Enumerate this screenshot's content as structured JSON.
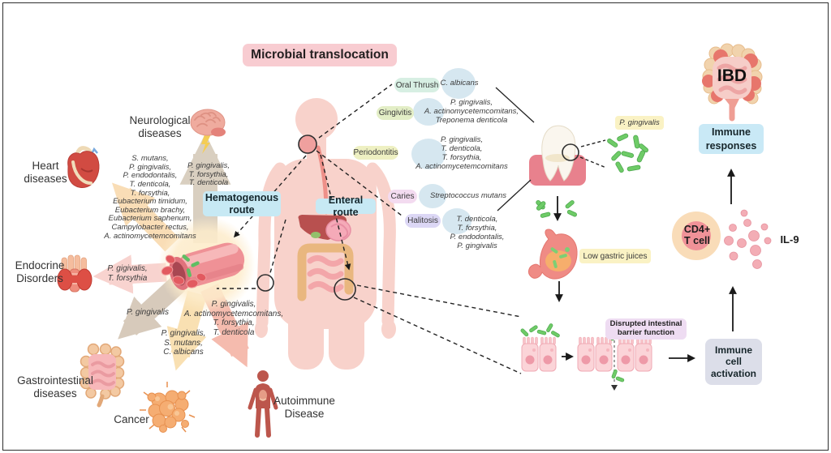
{
  "title": "Microbial translocation",
  "routes": {
    "hematogenous": "Hematogenous\nroute",
    "enteral": "Enteral route"
  },
  "diseases": {
    "neurological": {
      "label": "Neurological\ndiseases",
      "species": "P. gingivalis,\nT. forsythia,\nT. denticola"
    },
    "heart": {
      "label": "Heart\ndiseases",
      "species": "S. mutans,\nP. gingivalis,\nP. endodontalis,\nT. denticola,\nT. forsythia,\nEubacterium timidum,\nEubacterium brachy,\nEubacterium saphenum,\nCampylobacter rectus,\nA. actinomycetemcomitans"
    },
    "endocrine": {
      "label": "Endocrine\nDisorders",
      "species": "P. gigivalis,\nT. forsythia"
    },
    "gastrointestinal": {
      "label": "Gastrointestinal\ndiseases",
      "species": "P. gingivalis"
    },
    "cancer": {
      "label": "Cancer",
      "species": "P. gingivalis,\nS. mutans,\nC. albicans"
    },
    "autoimmune": {
      "label": "Autoimmune\nDisease",
      "species": "P. gingivalis,\nA. actinomycetemcomitans,\nT. forsythia,\nT. denticola"
    }
  },
  "oral_conditions": [
    {
      "name": "Oral Thrush",
      "species": "C. albicans",
      "pill_color": "#d7efe3"
    },
    {
      "name": "Gingivitis",
      "species": "P. gingivalis,\nA. actinomycetemcomitans,\nTreponema denticola",
      "pill_color": "#e3eec6"
    },
    {
      "name": "Periodontitis",
      "species": "P. gingivalis,\nT. denticola,\nT. forsythia,\nA. actinomycetemcomitans",
      "pill_color": "#eef0c2"
    },
    {
      "name": "Caries",
      "species": "Streptococcus mutans",
      "pill_color": "#f3dbf0"
    },
    {
      "name": "Halitosis",
      "species": "T. denticola,\nT. forsythia,\nP. endodontalis,\nP. gingivalis",
      "pill_color": "#dcd7f5"
    }
  ],
  "gut_pathway": {
    "p_gingivalis_label": "P. gingivalis",
    "low_gastric_juices": "Low gastric juices",
    "disrupted_barrier": "Disrupted intestinal\nbarrier function",
    "immune_cell_activation": "Immune\ncell\nactivation",
    "cd4_t_cell": "CD4+\nT cell",
    "il9": "IL-9",
    "immune_responses": "Immune\nresponses",
    "ibd": "IBD"
  },
  "colors": {
    "title_bg": "#f8ccd1",
    "route_box_bg": "#c7e9f4",
    "yellow_label_bg": "#faf2c4",
    "barrier_label_bg": "#eedcf2",
    "activation_box_bg": "#dcdee9",
    "responses_box_bg": "#c9e9f6",
    "body_silhouette": "#f8d2cb",
    "bacteria_green": "#6ecb67",
    "il9_dot": "#f3adb5",
    "cd4_outer": "#f9dcb8",
    "cd4_inner": "#f09298",
    "species_bubble": "#d6e7f0"
  }
}
